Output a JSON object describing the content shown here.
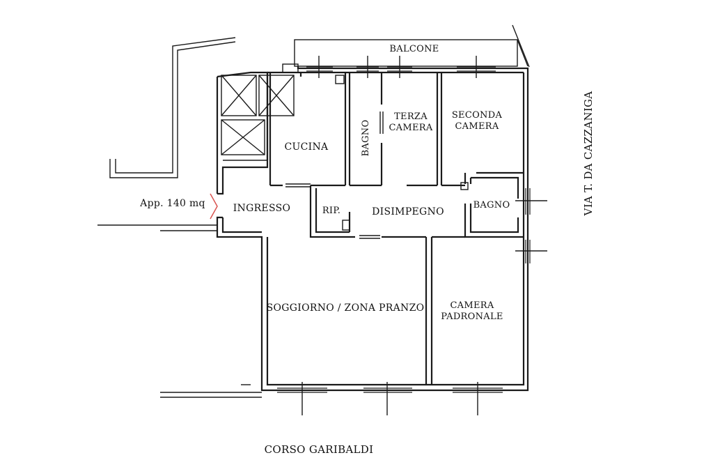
{
  "rooms": {
    "balcone": "BALCONE",
    "cucina": "CUCINA",
    "bagno_vertical": "BAGNO",
    "terza_1": "TERZA",
    "terza_2": "CAMERA",
    "seconda_1": "SECONDA",
    "seconda_2": "CAMERA",
    "ingresso": "INGRESSO",
    "rip": "RIP.",
    "disimpegno": "DISIMPEGNO",
    "bagno_right": "BAGNO",
    "soggiorno": "SOGGIORNO / ZONA PRANZO",
    "padronale_1": "CAMERA",
    "padronale_2": "PADRONALE"
  },
  "area_label": "App. 140 mq",
  "streets": {
    "bottom": "CORSO GARIBALDI",
    "right": "VIA T. DA CAZZANIGA"
  },
  "colors": {
    "walls": "#1a1a1a",
    "entry_marker": "#d9534f"
  }
}
